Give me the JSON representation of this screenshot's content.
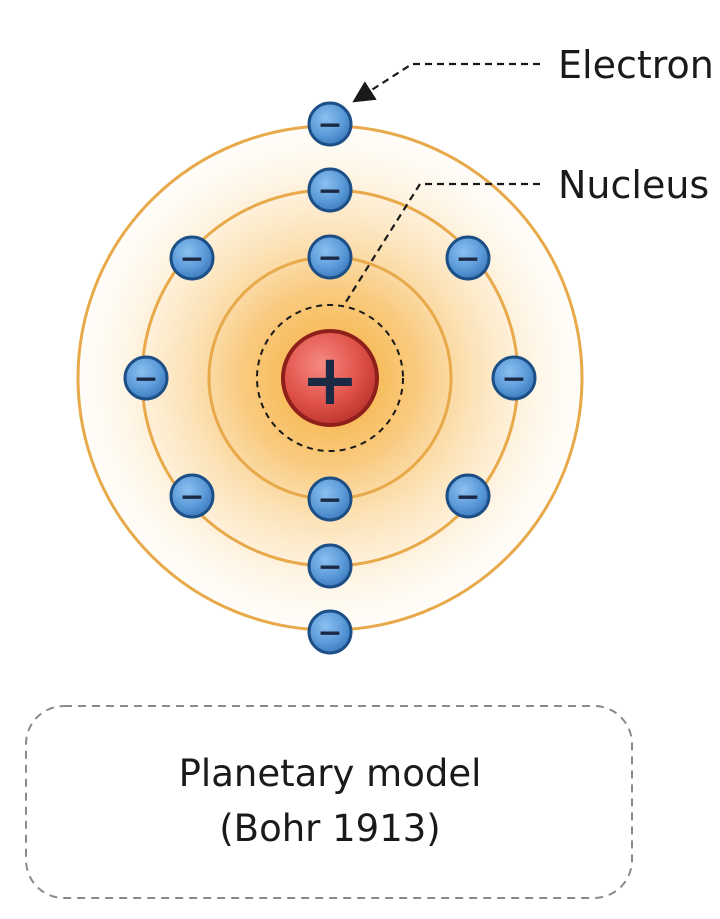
{
  "labels": {
    "electron": "Electron",
    "nucleus": "Nucleus"
  },
  "caption": {
    "line1": "Planetary model",
    "line2": "(Bohr 1913)"
  },
  "symbols": {
    "electron_sign": "−",
    "nucleus_sign": "+"
  },
  "colors": {
    "orbit": "#e8a94a",
    "electron_fill": "#5b9ad9",
    "electron_stroke": "#1d4f87",
    "nucleus_fill": "#e0524a",
    "nucleus_stroke": "#8e1f1a",
    "glow": "#f5b54a"
  },
  "icons": {
    "electron": "electron-icon",
    "nucleus": "nucleus-icon"
  }
}
